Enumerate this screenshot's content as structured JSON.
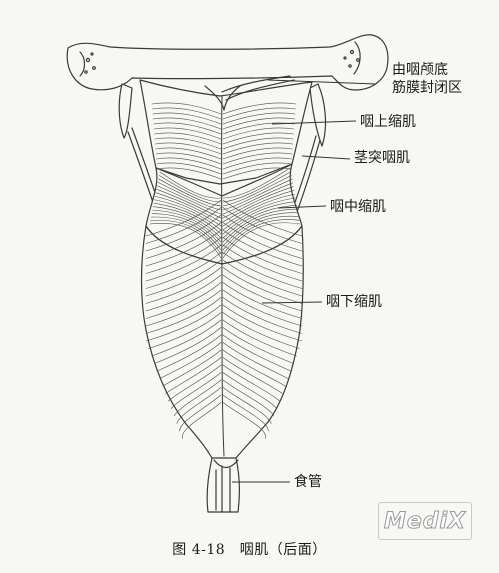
{
  "labels": {
    "fascia_line1": "由咽颅底",
    "fascia_line2": "筋膜封闭区",
    "superior_constrictor": "咽上缩肌",
    "stylopharyngeus": "茎突咽肌",
    "middle_constrictor": "咽中缩肌",
    "inferior_constrictor": "咽下缩肌",
    "esophagus": "食管"
  },
  "caption": "图 4-18　咽肌（后面）",
  "watermark": "MediX",
  "colors": {
    "line": "#3a3a3a",
    "fill": "#f7f7f3"
  }
}
